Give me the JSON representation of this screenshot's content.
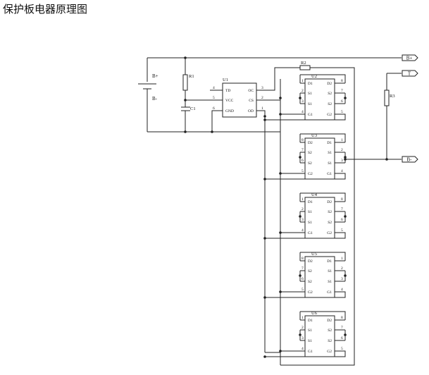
{
  "title": "保护板电器原理图",
  "colors": {
    "line": "#222222",
    "background": "#ffffff"
  },
  "battery": {
    "pos": "B+",
    "neg": "B-"
  },
  "ports": {
    "bplus": "B+",
    "t": "T",
    "bminus": "B-"
  },
  "resistors": {
    "r1": "R1",
    "r2": "R2",
    "r3": "R3"
  },
  "capacitor": {
    "c1": "C1"
  },
  "ic": {
    "ref": "U1",
    "left_pins": [
      {
        "name": "TD",
        "num": "4"
      },
      {
        "name": "VCC",
        "num": "5"
      },
      {
        "name": "GND",
        "num": "6"
      }
    ],
    "right_pins": [
      {
        "name": "OC",
        "num": "3"
      },
      {
        "name": "CS",
        "num": "2"
      },
      {
        "name": "OD",
        "num": "1"
      }
    ]
  },
  "mosfets": [
    {
      "ref": "U2",
      "rows": [
        [
          "D1",
          "D2"
        ],
        [
          "S1",
          "S2"
        ],
        [
          "S1",
          "S2"
        ],
        [
          "G1",
          "G2"
        ]
      ],
      "left_nums": [
        "1",
        "2",
        "3",
        "4"
      ],
      "right_nums": [
        "8",
        "7",
        "6",
        "5"
      ]
    },
    {
      "ref": "U3",
      "rows": [
        [
          "D2",
          "D1"
        ],
        [
          "S2",
          "S1"
        ],
        [
          "S2",
          "S1"
        ],
        [
          "G2",
          "G1"
        ]
      ],
      "left_nums": [
        "8",
        "7",
        "6",
        "5"
      ],
      "right_nums": [
        "1",
        "2",
        "3",
        "4"
      ]
    },
    {
      "ref": "U4",
      "rows": [
        [
          "D1",
          "D2"
        ],
        [
          "S1",
          "S2"
        ],
        [
          "S1",
          "S2"
        ],
        [
          "G1",
          "G2"
        ]
      ],
      "left_nums": [
        "1",
        "2",
        "3",
        "4"
      ],
      "right_nums": [
        "8",
        "7",
        "6",
        "5"
      ]
    },
    {
      "ref": "U5",
      "rows": [
        [
          "D2",
          "D1"
        ],
        [
          "S2",
          "S1"
        ],
        [
          "S2",
          "S1"
        ],
        [
          "G2",
          "G1"
        ]
      ],
      "left_nums": [
        "8",
        "7",
        "6",
        "5"
      ],
      "right_nums": [
        "1",
        "2",
        "3",
        "4"
      ]
    },
    {
      "ref": "U6",
      "rows": [
        [
          "D1",
          "D2"
        ],
        [
          "S1",
          "S2"
        ],
        [
          "S1",
          "S2"
        ],
        [
          "G1",
          "G2"
        ]
      ],
      "left_nums": [
        "1",
        "2",
        "3",
        "4"
      ],
      "right_nums": [
        "8",
        "7",
        "6",
        "5"
      ]
    }
  ]
}
